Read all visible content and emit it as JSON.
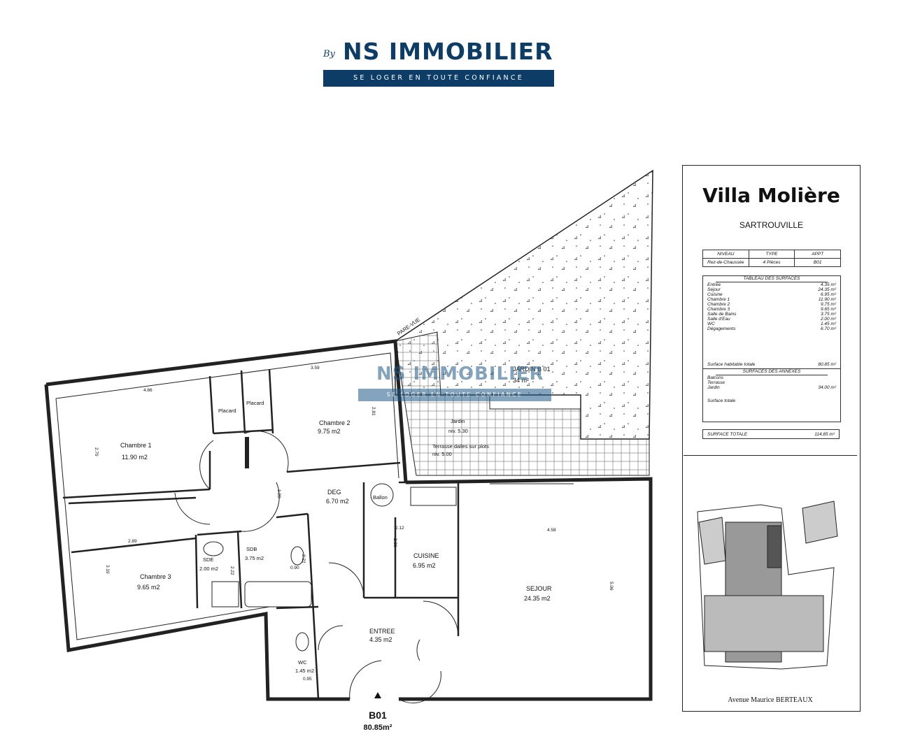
{
  "logo": {
    "by": "By",
    "brand": "NS IMMOBILIER",
    "tagline": "SE LOGER EN TOUTE CONFIANCE"
  },
  "rooms": {
    "chambre1": {
      "name": "Chambre 1",
      "area": "11.90 m2"
    },
    "chambre2": {
      "name": "Chambre 2",
      "area": "9.75 m2"
    },
    "chambre3": {
      "name": "Chambre 3",
      "area": "9.65 m2"
    },
    "deg": {
      "name": "DEG",
      "area": "6.70 m2"
    },
    "sde": {
      "name": "SDE",
      "area": "2.00 m2"
    },
    "sdb": {
      "name": "SDB",
      "area": "3.75 m2"
    },
    "cuisine": {
      "name": "CUISINE",
      "area": "6.95 m2"
    },
    "sejour": {
      "name": "SEJOUR",
      "area": "24.35 m2"
    },
    "entree": {
      "name": "ENTREE",
      "area": "4.35 m2"
    },
    "wc": {
      "name": "WC",
      "area": "1.45 m2"
    },
    "placard1": "Placard",
    "placard2": "Placard",
    "ballon": "Ballon",
    "jardin": {
      "name": "JARDIN B 01",
      "area": "34 m²"
    },
    "terrasse": "Terrasse dalles sur plots",
    "jardin_niv": "Jardin",
    "jardin_niv_val": "niv. 5.30",
    "terrasse_niv": "niv. 5.00",
    "pare_vue": "PARE-VUE"
  },
  "dimensions": {
    "d1": "4.86",
    "d2": "3.59",
    "d3": "2.79",
    "d4": "2.81",
    "d5": "1.20",
    "d6": "2.89",
    "d7": "3.19",
    "d8": "2.12",
    "d9": "2.86",
    "d10": "4.58",
    "d11": "5.06",
    "d12": "0.95",
    "d13": "0.90",
    "d14": "2.22",
    "d15": "2.22"
  },
  "unit": {
    "id": "B01",
    "area": "80.85m²"
  },
  "card": {
    "title": "Villa Molière",
    "city": "SARTROUVILLE",
    "headers": [
      "NIVEAU",
      "TYPE",
      "APPT"
    ],
    "values": [
      "Rez-de-Chaussée",
      "4 Pièces",
      "B01"
    ],
    "surfaces_title": "TABLEAU DES SURFACES",
    "surfaces": [
      {
        "label": "Entrée",
        "value": "4.35 m²"
      },
      {
        "label": "Séjour",
        "value": "24.35 m²"
      },
      {
        "label": "Cuisine",
        "value": "6.95 m²"
      },
      {
        "label": "Chambre 1",
        "value": "11.90 m²"
      },
      {
        "label": "Chambre 2",
        "value": "9.75 m²"
      },
      {
        "label": "Chambre 3",
        "value": "9.65 m²"
      },
      {
        "label": "Salle de Bains",
        "value": "3.75 m²"
      },
      {
        "label": "Salle d'Eau",
        "value": "2.00 m²"
      },
      {
        "label": "WC",
        "value": "1.45 m²"
      },
      {
        "label": "Dégagements",
        "value": "6.70 m²"
      }
    ],
    "habitable_label": "Surface habitable totale",
    "habitable_value": "80.85 m²",
    "annexes_title": "SURFACES DES ANNEXES",
    "annexes": [
      "Balcons",
      "Terrasse",
      "Jardin"
    ],
    "jardin_value": "34.00 m²",
    "surface_totale": "Surface totale",
    "total_label": "SURFACE TOTALE",
    "total_value": "114.85 m²",
    "street": "Avenue Maurice BERTEAUX"
  }
}
